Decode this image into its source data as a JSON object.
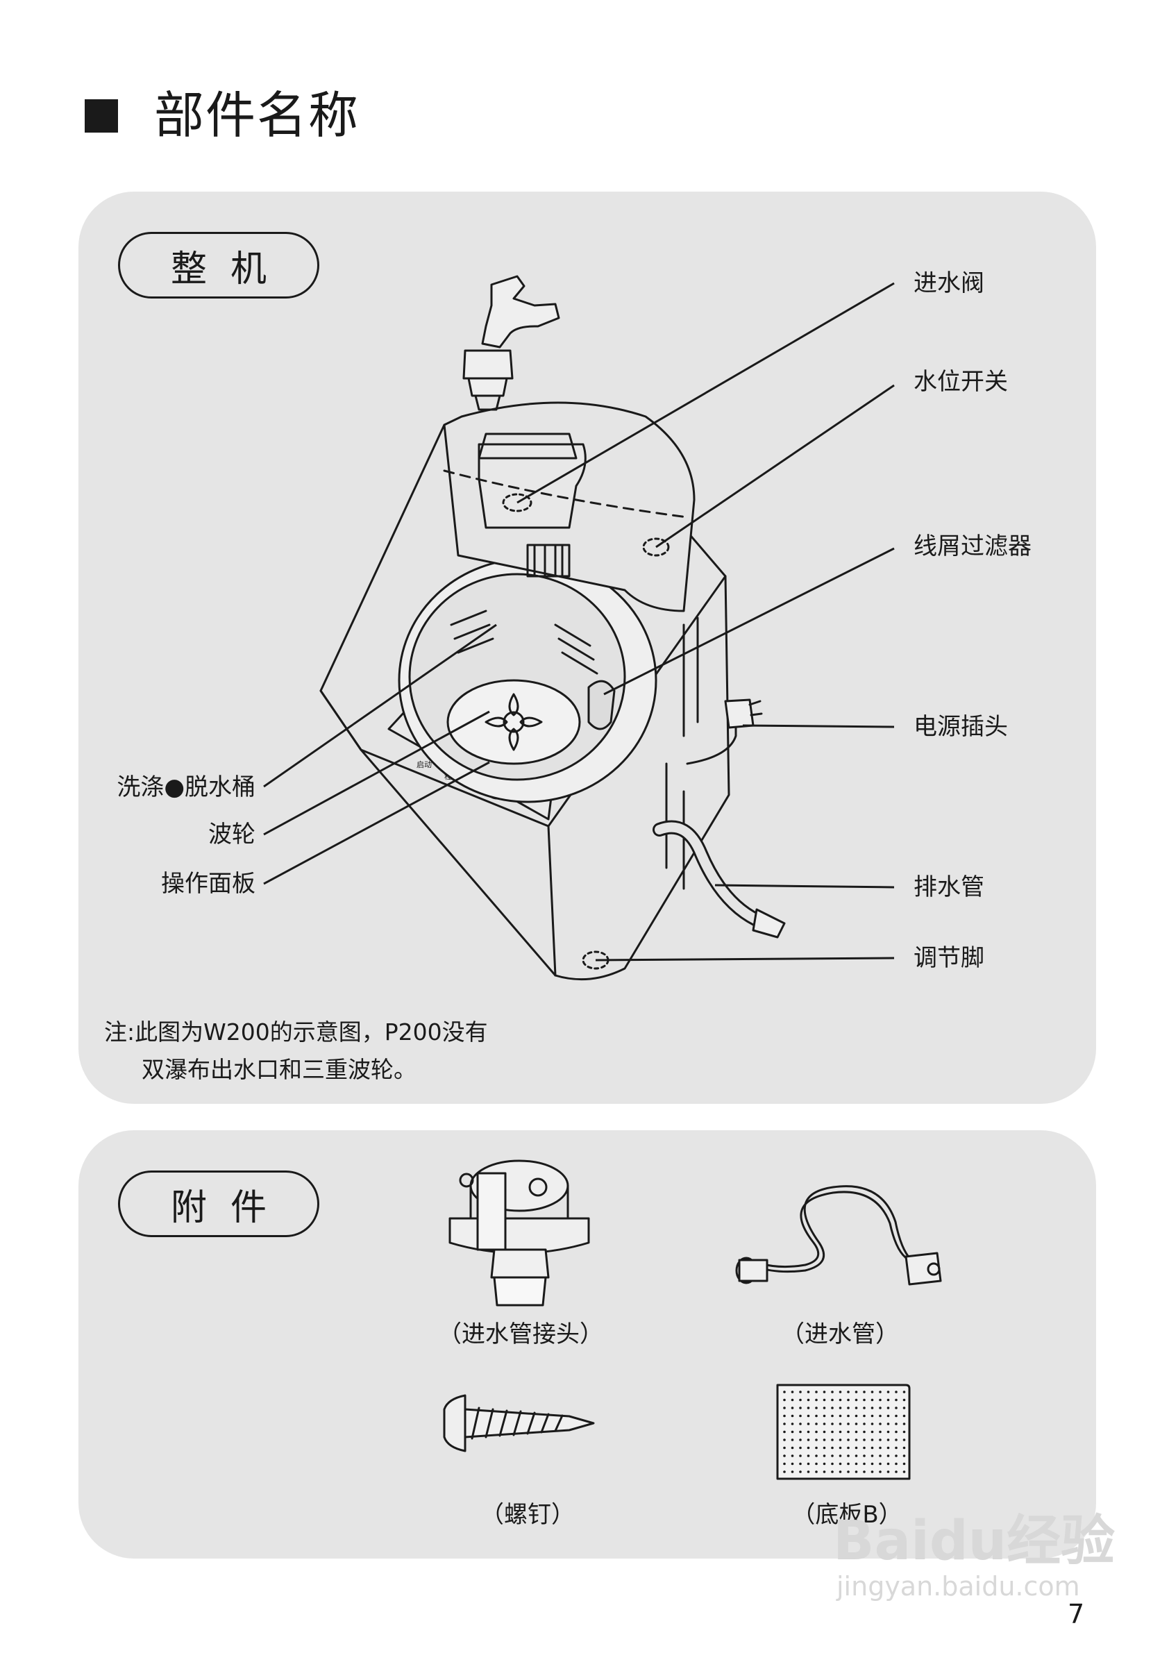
{
  "page": {
    "title": "部件名称",
    "page_number": "7"
  },
  "main_unit": {
    "heading": "整机",
    "labels": {
      "inlet_valve": "进水阀",
      "water_level_switch": "水位开关",
      "lint_filter": "线屑过滤器",
      "power_plug": "电源插头",
      "drain_hose": "排水管",
      "adjustable_foot": "调节脚",
      "wash_spin_tub": "洗涤●脱水桶",
      "pulsator": "波轮",
      "control_panel": "操作面板"
    },
    "note_line1": "注:此图为W200的示意图，P200没有",
    "note_line2": "双瀑布出水口和三重波轮。"
  },
  "accessories": {
    "heading": "附件",
    "items": [
      {
        "label": "（进水管接头）"
      },
      {
        "label": "（进水管）"
      },
      {
        "label": "（螺钉）"
      },
      {
        "label": "（底板B）"
      }
    ]
  },
  "watermark": {
    "brand": "Baidu经验",
    "url": "jingyan.baidu.com"
  },
  "colors": {
    "panel": "#e5e5e5",
    "ink": "#1a1a1a"
  }
}
